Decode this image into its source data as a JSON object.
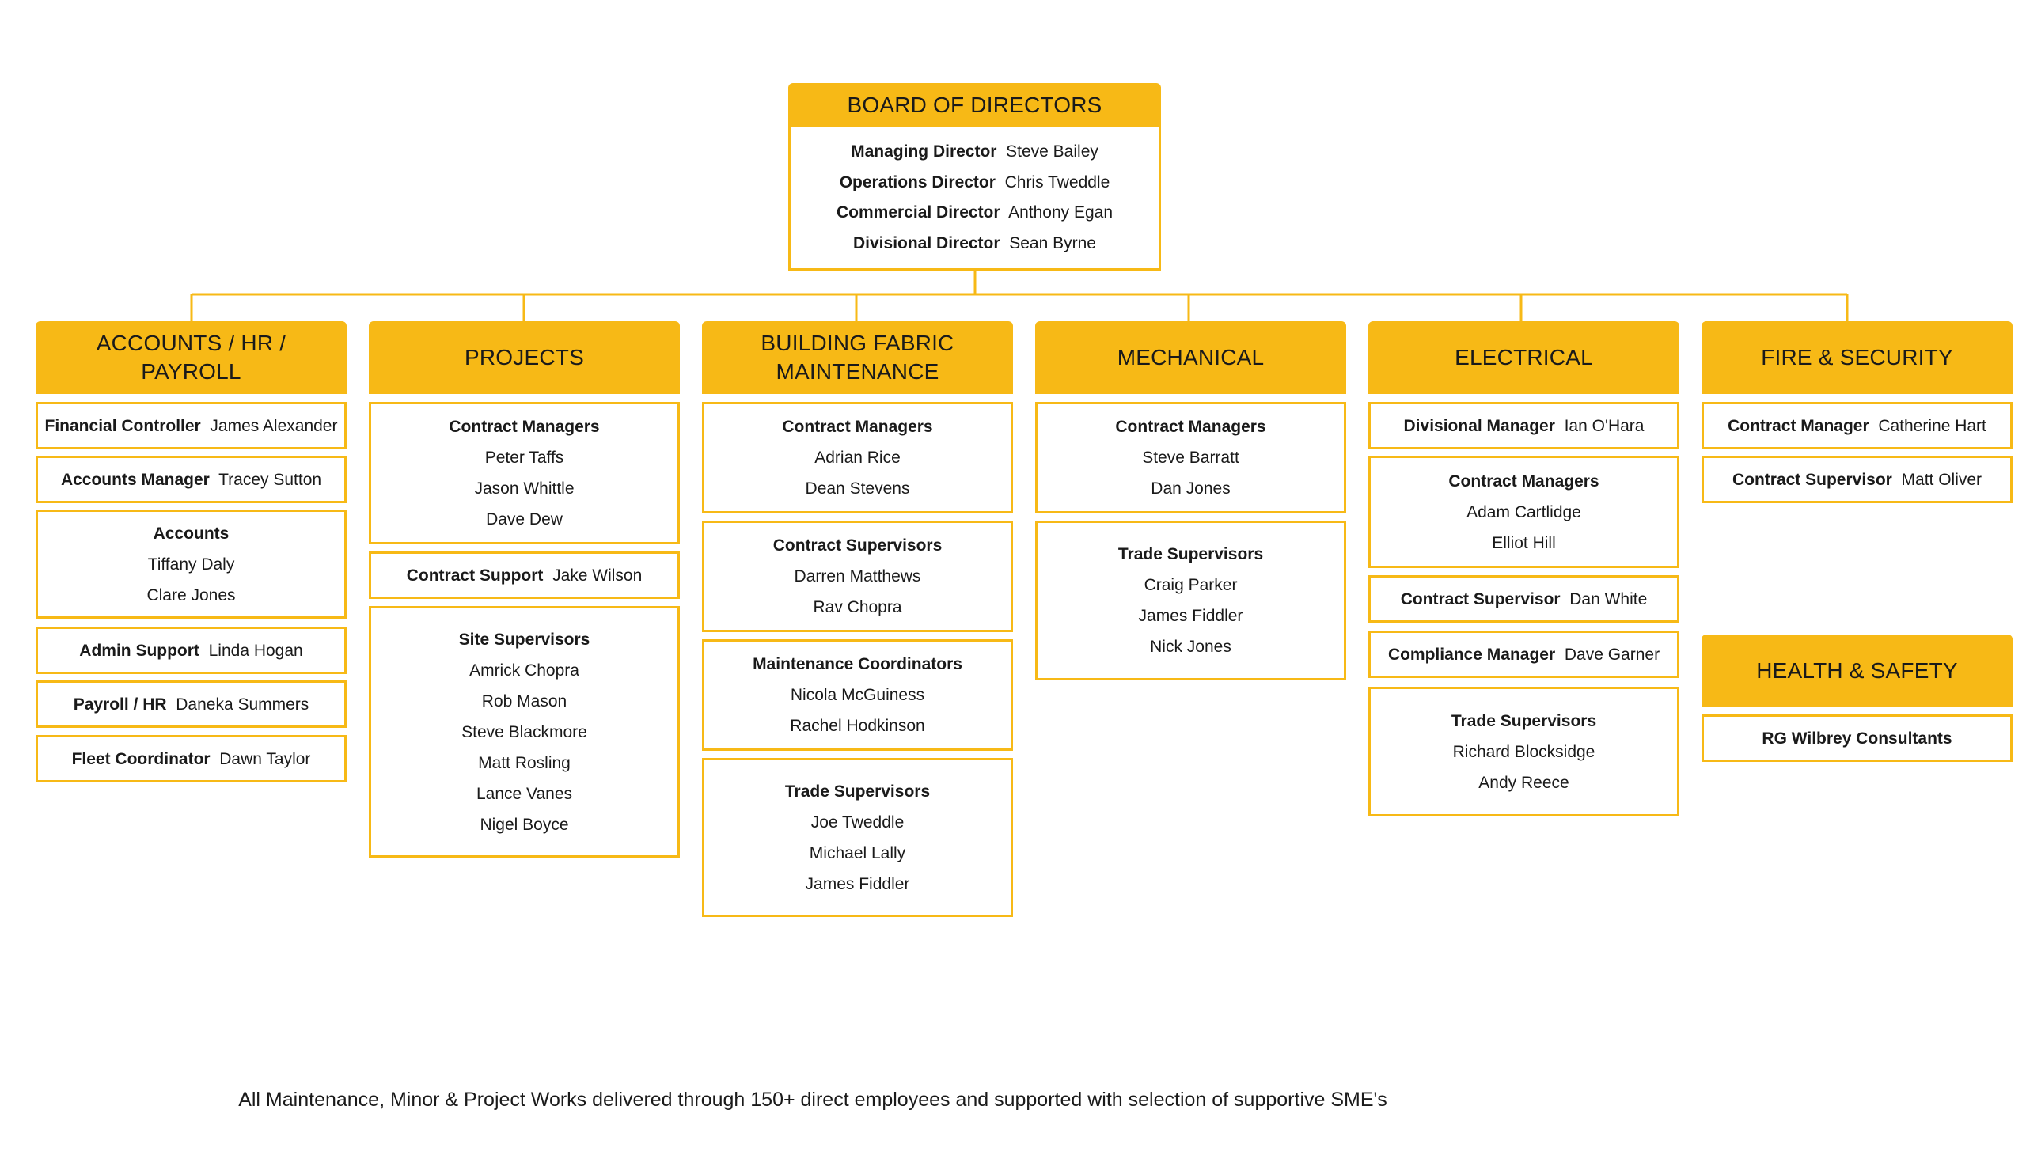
{
  "colors": {
    "accent": "#f7b916",
    "text": "#1a1a1a",
    "background": "#ffffff"
  },
  "board": {
    "title": "BOARD OF DIRECTORS",
    "members": [
      {
        "role": "Managing Director",
        "name": "Steve Bailey"
      },
      {
        "role": "Operations Director",
        "name": "Chris Tweddle"
      },
      {
        "role": "Commercial Director",
        "name": "Anthony Egan"
      },
      {
        "role": "Divisional Director",
        "name": "Sean Byrne"
      }
    ]
  },
  "departments": {
    "accounts": {
      "title": "ACCOUNTS / HR / PAYROLL",
      "financial_controller": {
        "role": "Financial Controller",
        "name": "James Alexander"
      },
      "accounts_manager": {
        "role": "Accounts Manager",
        "name": "Tracey Sutton"
      },
      "accounts": {
        "heading": "Accounts",
        "names": [
          "Tiffany Daly",
          "Clare Jones"
        ]
      },
      "admin_support": {
        "role": "Admin Support",
        "name": "Linda Hogan"
      },
      "payroll": {
        "role": "Payroll  / HR",
        "name": "Daneka Summers"
      },
      "fleet": {
        "role": "Fleet Coordinator",
        "name": "Dawn Taylor"
      }
    },
    "projects": {
      "title": "PROJECTS",
      "contract_managers": {
        "heading": "Contract Managers",
        "names": [
          "Peter Taffs",
          "Jason Whittle",
          "Dave Dew"
        ]
      },
      "contract_support": {
        "role": "Contract Support",
        "name": "Jake Wilson"
      },
      "site_supervisors": {
        "heading": "Site Supervisors",
        "names": [
          "Amrick Chopra",
          "Rob Mason",
          "Steve Blackmore",
          "Matt Rosling",
          "Lance Vanes",
          "Nigel Boyce"
        ]
      }
    },
    "building": {
      "title_line1": "BUILDING FABRIC",
      "title_line2": "MAINTENANCE",
      "contract_managers": {
        "heading": "Contract Managers",
        "names": [
          "Adrian Rice",
          "Dean Stevens"
        ]
      },
      "contract_supervisors": {
        "heading": "Contract Supervisors",
        "names": [
          "Darren Matthews",
          "Rav Chopra"
        ]
      },
      "maintenance_coordinators": {
        "heading": "Maintenance Coordinators",
        "names": [
          "Nicola McGuiness",
          "Rachel Hodkinson"
        ]
      },
      "trade_supervisors": {
        "heading": "Trade Supervisors",
        "names": [
          "Joe Tweddle",
          "Michael Lally",
          "James Fiddler"
        ]
      }
    },
    "mechanical": {
      "title": "MECHANICAL",
      "contract_managers": {
        "heading": "Contract Managers",
        "names": [
          "Steve Barratt",
          "Dan Jones"
        ]
      },
      "trade_supervisors": {
        "heading": "Trade Supervisors",
        "names": [
          "Craig Parker",
          "James Fiddler",
          "Nick Jones"
        ]
      }
    },
    "electrical": {
      "title": "ELECTRICAL",
      "divisional_manager": {
        "role": "Divisional Manager",
        "name": "Ian O'Hara"
      },
      "contract_managers": {
        "heading": "Contract Managers",
        "names": [
          "Adam Cartlidge",
          "Elliot Hill"
        ]
      },
      "contract_supervisor": {
        "role": "Contract Supervisor",
        "name": "Dan White"
      },
      "compliance_manager": {
        "role": "Compliance Manager",
        "name": "Dave Garner"
      },
      "trade_supervisors": {
        "heading": "Trade Supervisors",
        "names": [
          "Richard Blocksidge",
          "Andy Reece"
        ]
      }
    },
    "fire": {
      "title": "FIRE & SECURITY",
      "contract_manager": {
        "role": "Contract Manager",
        "name": "Catherine Hart"
      },
      "contract_supervisor": {
        "role": "Contract Supervisor",
        "name": "Matt Oliver"
      }
    },
    "health": {
      "title": "HEALTH & SAFETY",
      "consultants": "RG Wilbrey Consultants"
    }
  },
  "footer": "All Maintenance, Minor & Project Works delivered through 150+ direct employees and supported with selection of supportive SME's"
}
